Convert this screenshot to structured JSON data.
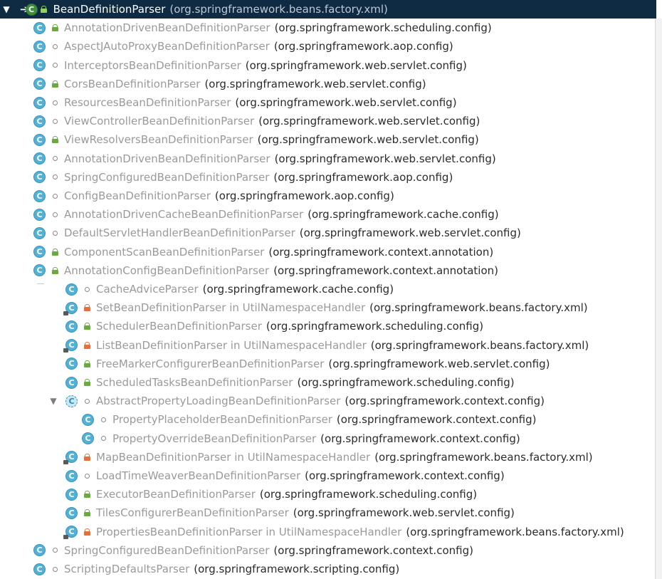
{
  "root": {
    "toggle": "▼",
    "name": "BeanDefinitionParser",
    "package": "(org.springframework.beans.factory.xml)"
  },
  "items": [
    {
      "name": "AnnotationDrivenBeanDefinitionParser",
      "package": "(org.springframework.scheduling.config)",
      "access": "public",
      "level": 1
    },
    {
      "name": "AspectJAutoProxyBeanDefinitionParser",
      "package": "(org.springframework.aop.config)",
      "access": "package",
      "level": 1
    },
    {
      "name": "InterceptorsBeanDefinitionParser",
      "package": "(org.springframework.web.servlet.config)",
      "access": "package",
      "level": 1
    },
    {
      "name": "CorsBeanDefinitionParser",
      "package": "(org.springframework.web.servlet.config)",
      "access": "public",
      "level": 1
    },
    {
      "name": "ResourcesBeanDefinitionParser",
      "package": "(org.springframework.web.servlet.config)",
      "access": "package",
      "level": 1
    },
    {
      "name": "ViewControllerBeanDefinitionParser",
      "package": "(org.springframework.web.servlet.config)",
      "access": "package",
      "level": 1
    },
    {
      "name": "ViewResolversBeanDefinitionParser",
      "package": "(org.springframework.web.servlet.config)",
      "access": "public",
      "level": 1
    },
    {
      "name": "AnnotationDrivenBeanDefinitionParser",
      "package": "(org.springframework.web.servlet.config)",
      "access": "package",
      "level": 1
    },
    {
      "name": "SpringConfiguredBeanDefinitionParser",
      "package": "(org.springframework.aop.config)",
      "access": "package",
      "level": 1
    },
    {
      "name": "ConfigBeanDefinitionParser",
      "package": "(org.springframework.aop.config)",
      "access": "package",
      "level": 1
    },
    {
      "name": "AnnotationDrivenCacheBeanDefinitionParser",
      "package": "(org.springframework.cache.config)",
      "access": "package",
      "level": 1
    },
    {
      "name": "DefaultServletHandlerBeanDefinitionParser",
      "package": "(org.springframework.web.servlet.config)",
      "access": "package",
      "level": 1
    },
    {
      "name": "ComponentScanBeanDefinitionParser",
      "package": "(org.springframework.context.annotation)",
      "access": "public",
      "level": 1
    },
    {
      "name": "AnnotationConfigBeanDefinitionParser",
      "package": "(org.springframework.context.annotation)",
      "access": "public",
      "level": 1
    },
    {
      "name": "CacheAdviceParser",
      "package": "(org.springframework.cache.config)",
      "access": "package",
      "level": 2
    },
    {
      "name": "SetBeanDefinitionParser in UtilNamespaceHandler",
      "package": "(org.springframework.beans.factory.xml)",
      "access": "private",
      "level": 2,
      "tagged": true
    },
    {
      "name": "SchedulerBeanDefinitionParser",
      "package": "(org.springframework.scheduling.config)",
      "access": "public",
      "level": 2
    },
    {
      "name": "ListBeanDefinitionParser in UtilNamespaceHandler",
      "package": "(org.springframework.beans.factory.xml)",
      "access": "private",
      "level": 2,
      "tagged": true
    },
    {
      "name": "FreeMarkerConfigurerBeanDefinitionParser",
      "package": "(org.springframework.web.servlet.config)",
      "access": "public",
      "level": 2
    },
    {
      "name": "ScheduledTasksBeanDefinitionParser",
      "package": "(org.springframework.scheduling.config)",
      "access": "public",
      "level": 2
    },
    {
      "name": "AbstractPropertyLoadingBeanDefinitionParser",
      "package": "(org.springframework.context.config)",
      "access": "package",
      "level": 2,
      "abstract": true,
      "expanded": true,
      "toggle": "▼"
    },
    {
      "name": "PropertyPlaceholderBeanDefinitionParser",
      "package": "(org.springframework.context.config)",
      "access": "package",
      "level": 3
    },
    {
      "name": "PropertyOverrideBeanDefinitionParser",
      "package": "(org.springframework.context.config)",
      "access": "package",
      "level": 3
    },
    {
      "name": "MapBeanDefinitionParser in UtilNamespaceHandler",
      "package": "(org.springframework.beans.factory.xml)",
      "access": "private",
      "level": 2,
      "tagged": true
    },
    {
      "name": "LoadTimeWeaverBeanDefinitionParser",
      "package": "(org.springframework.context.config)",
      "access": "package",
      "level": 2
    },
    {
      "name": "ExecutorBeanDefinitionParser",
      "package": "(org.springframework.scheduling.config)",
      "access": "public",
      "level": 2
    },
    {
      "name": "TilesConfigurerBeanDefinitionParser",
      "package": "(org.springframework.web.servlet.config)",
      "access": "public",
      "level": 2
    },
    {
      "name": "PropertiesBeanDefinitionParser in UtilNamespaceHandler",
      "package": "(org.springframework.beans.factory.xml)",
      "access": "private",
      "level": 2,
      "tagged": true
    },
    {
      "name": "SpringConfiguredBeanDefinitionParser",
      "package": "(org.springframework.context.config)",
      "access": "package",
      "level": 1
    },
    {
      "name": "ScriptingDefaultsParser",
      "package": "(org.springframework.scripting.config)",
      "access": "package",
      "level": 1
    }
  ],
  "icon_letter": "C",
  "colors": {
    "selection_bg": "#0e2b43",
    "class_icon": "#53b1d6",
    "public_lock": "#6aab3f",
    "private_lock": "#e0723a",
    "inherited_name": "#9a9a9a"
  }
}
